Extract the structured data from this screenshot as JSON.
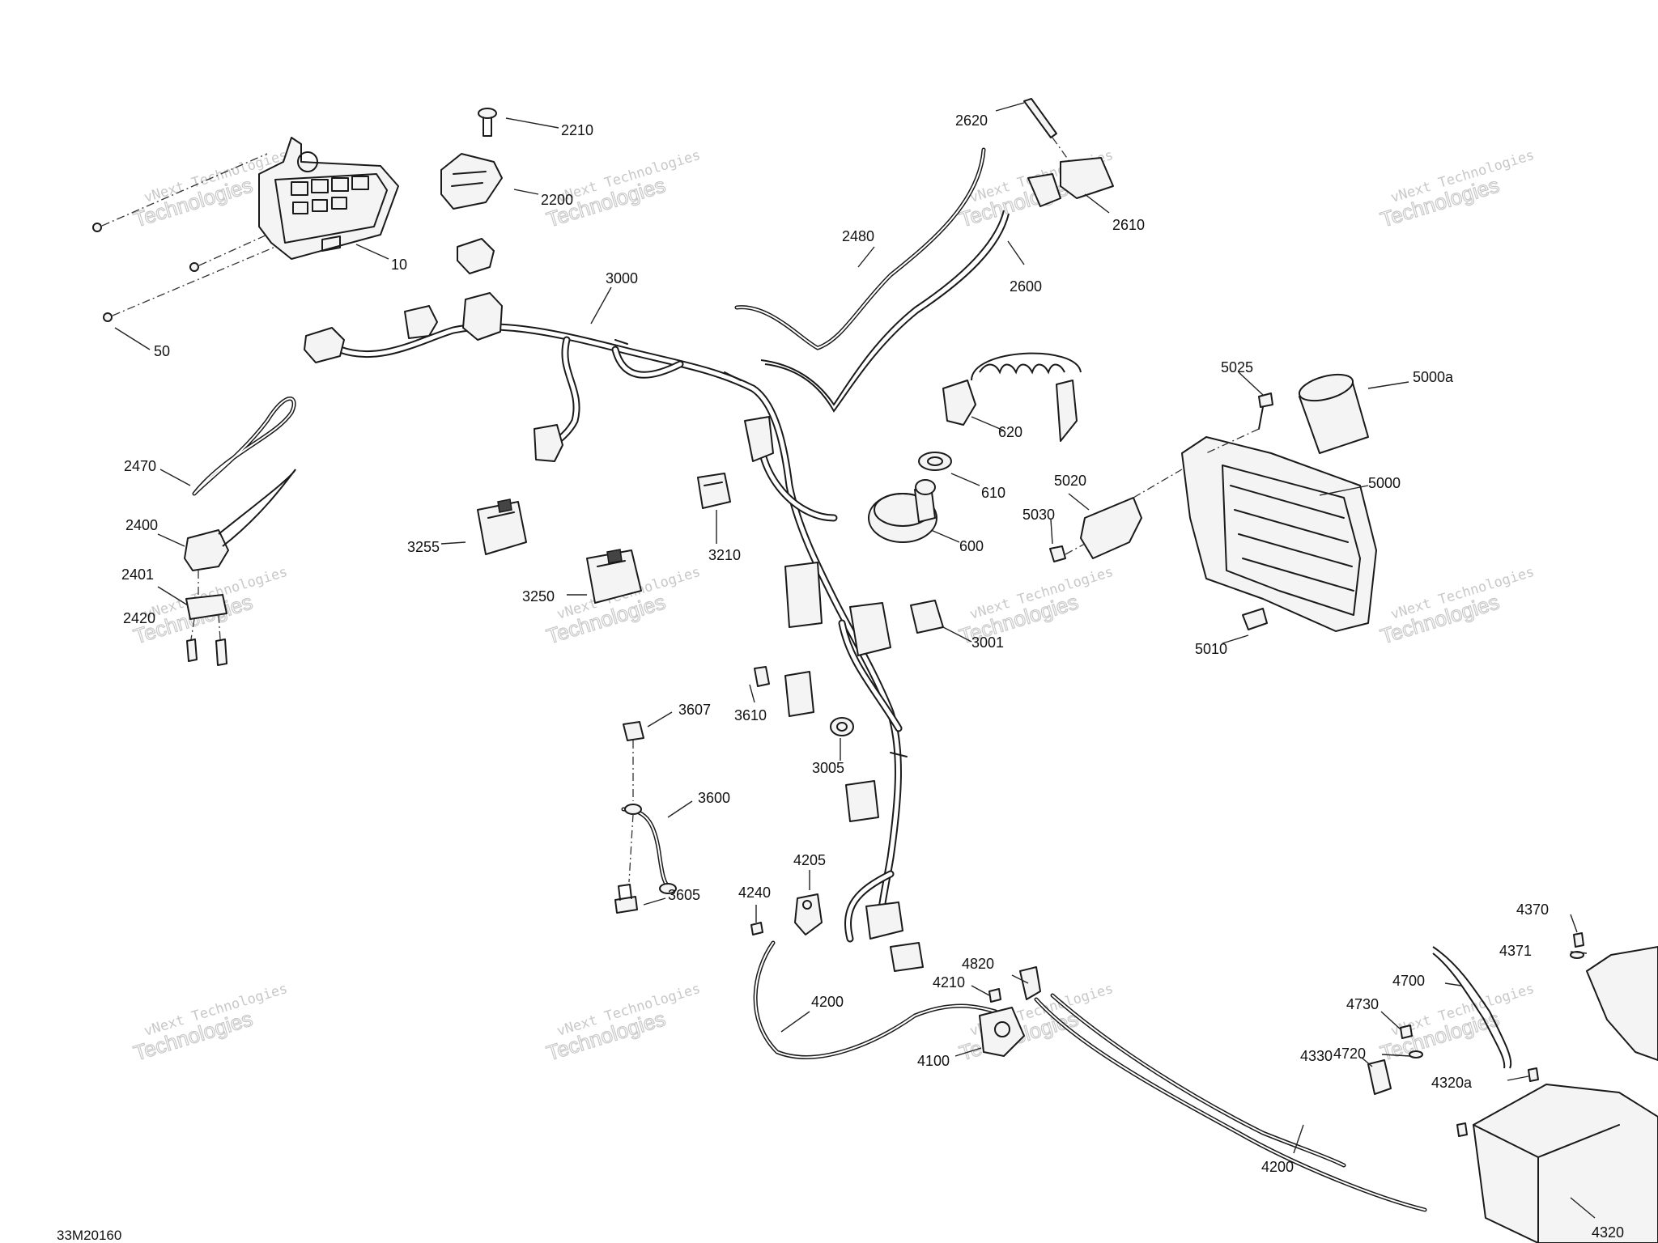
{
  "diagram_ref": "33M20160",
  "watermark": {
    "line1": "vNext Technologies",
    "line2": "Technologies"
  },
  "callouts": [
    {
      "id": "10",
      "label": "10"
    },
    {
      "id": "50",
      "label": "50"
    },
    {
      "id": "2210",
      "label": "2210"
    },
    {
      "id": "2200",
      "label": "2200"
    },
    {
      "id": "3000",
      "label": "3000"
    },
    {
      "id": "2480",
      "label": "2480"
    },
    {
      "id": "2620",
      "label": "2620"
    },
    {
      "id": "2610",
      "label": "2610"
    },
    {
      "id": "2600",
      "label": "2600"
    },
    {
      "id": "2470",
      "label": "2470"
    },
    {
      "id": "2400",
      "label": "2400"
    },
    {
      "id": "2401",
      "label": "2401"
    },
    {
      "id": "2420",
      "label": "2420"
    },
    {
      "id": "3255",
      "label": "3255"
    },
    {
      "id": "3250",
      "label": "3250"
    },
    {
      "id": "3210",
      "label": "3210"
    },
    {
      "id": "620",
      "label": "620"
    },
    {
      "id": "610",
      "label": "610"
    },
    {
      "id": "600",
      "label": "600"
    },
    {
      "id": "3001",
      "label": "3001"
    },
    {
      "id": "5025",
      "label": "5025"
    },
    {
      "id": "5000a",
      "label": "5000a"
    },
    {
      "id": "5020",
      "label": "5020"
    },
    {
      "id": "5000",
      "label": "5000"
    },
    {
      "id": "5030",
      "label": "5030"
    },
    {
      "id": "5010",
      "label": "5010"
    },
    {
      "id": "3607",
      "label": "3607"
    },
    {
      "id": "3610",
      "label": "3610"
    },
    {
      "id": "3005",
      "label": "3005"
    },
    {
      "id": "3600",
      "label": "3600"
    },
    {
      "id": "3605",
      "label": "3605"
    },
    {
      "id": "4205",
      "label": "4205"
    },
    {
      "id": "4240",
      "label": "4240"
    },
    {
      "id": "4200",
      "label": "4200"
    },
    {
      "id": "4820",
      "label": "4820"
    },
    {
      "id": "4210",
      "label": "4210"
    },
    {
      "id": "4100",
      "label": "4100"
    },
    {
      "id": "4370",
      "label": "4370"
    },
    {
      "id": "4371",
      "label": "4371"
    },
    {
      "id": "4700",
      "label": "4700"
    },
    {
      "id": "4730",
      "label": "4730"
    },
    {
      "id": "4720",
      "label": "4720"
    },
    {
      "id": "4330",
      "label": "4330"
    },
    {
      "id": "4320a",
      "label": "4320a"
    },
    {
      "id": "4200b",
      "label": "4200"
    },
    {
      "id": "4320",
      "label": "4320"
    }
  ]
}
